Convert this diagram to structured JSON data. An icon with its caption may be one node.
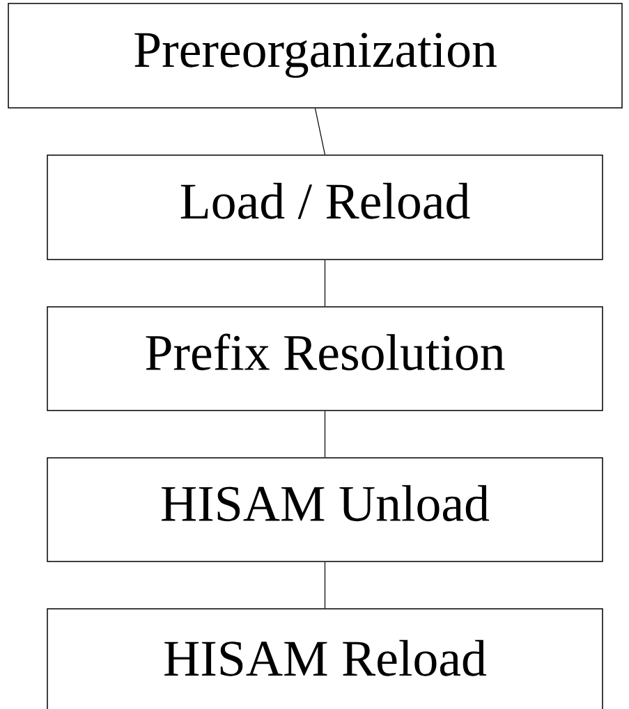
{
  "diagram": {
    "nodes": [
      {
        "text": [
          "Prereorganization"
        ]
      },
      {
        "text": [
          "Load / Reload"
        ]
      },
      {
        "text": [
          "Prefix Resolution"
        ]
      },
      {
        "text": [
          "HISAM Unload"
        ]
      },
      {
        "text": [
          "HISAM Reload"
        ]
      }
    ],
    "edges": [
      {
        "from": 0,
        "to": 1,
        "arrow": "none"
      },
      {
        "from": 1,
        "to": 2,
        "arrow": "none"
      },
      {
        "from": 2,
        "to": 3,
        "arrow": "none"
      },
      {
        "from": 3,
        "to": 4,
        "arrow": "none"
      }
    ]
  }
}
